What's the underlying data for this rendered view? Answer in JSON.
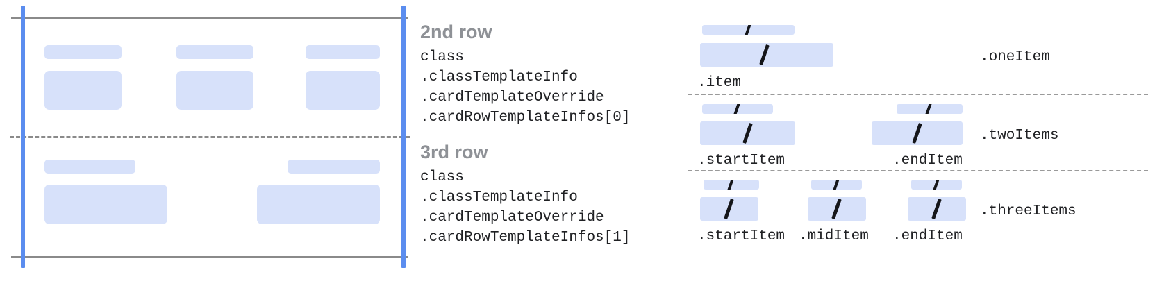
{
  "colors": {
    "placeholder_blue": "#d7e1fa",
    "guide_blue": "#5b8def",
    "frame_gray": "#8a8a8a",
    "heading_gray": "#8e9196",
    "text_black": "#1f2023",
    "background": "#ffffff"
  },
  "card_diagram": {
    "rows": [
      {
        "name": "second-row",
        "items": [
          {
            "label_bar": true,
            "content_bar": true
          },
          {
            "label_bar": true,
            "content_bar": true
          },
          {
            "label_bar": true,
            "content_bar": true
          }
        ]
      },
      {
        "name": "third-row",
        "items": [
          {
            "label_bar": true,
            "content_bar": true
          },
          {
            "label_bar": true,
            "content_bar": true
          }
        ]
      }
    ]
  },
  "annotations": [
    {
      "heading": "2nd row",
      "lines": [
        "class",
        ".classTemplateInfo",
        ".cardTemplateOverride",
        ".cardRowTemplateInfos[0]"
      ]
    },
    {
      "heading": "3rd row",
      "lines": [
        "class",
        ".classTemplateInfo",
        ".cardTemplateOverride",
        ".cardRowTemplateInfos[1]"
      ]
    }
  ],
  "item_templates": [
    {
      "group_label": ".oneItem",
      "items": [
        {
          "label": ".item"
        }
      ]
    },
    {
      "group_label": ".twoItems",
      "items": [
        {
          "label": ".startItem"
        },
        {
          "label": ".endItem"
        }
      ]
    },
    {
      "group_label": ".threeItems",
      "items": [
        {
          "label": ".startItem"
        },
        {
          "label": ".midItem"
        },
        {
          "label": ".endItem"
        }
      ]
    }
  ]
}
